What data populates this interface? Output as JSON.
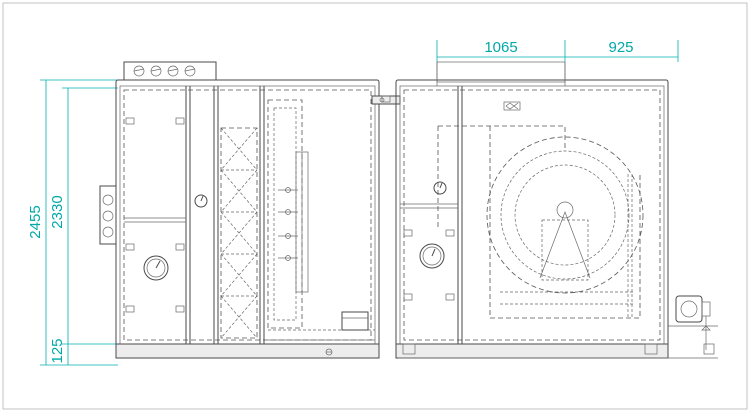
{
  "dimensions": {
    "width_left": "1065",
    "width_right": "925",
    "total_height": "2455",
    "casing_height": "2330",
    "base_height": "125"
  },
  "colors": {
    "dimension": "#00a8a8",
    "line": "#4a4a4a",
    "background": "#ffffff"
  },
  "components": [
    "gauge-icon",
    "fan-wheel-icon",
    "motor-icon",
    "filter-section",
    "coil-section",
    "drain-pan"
  ]
}
